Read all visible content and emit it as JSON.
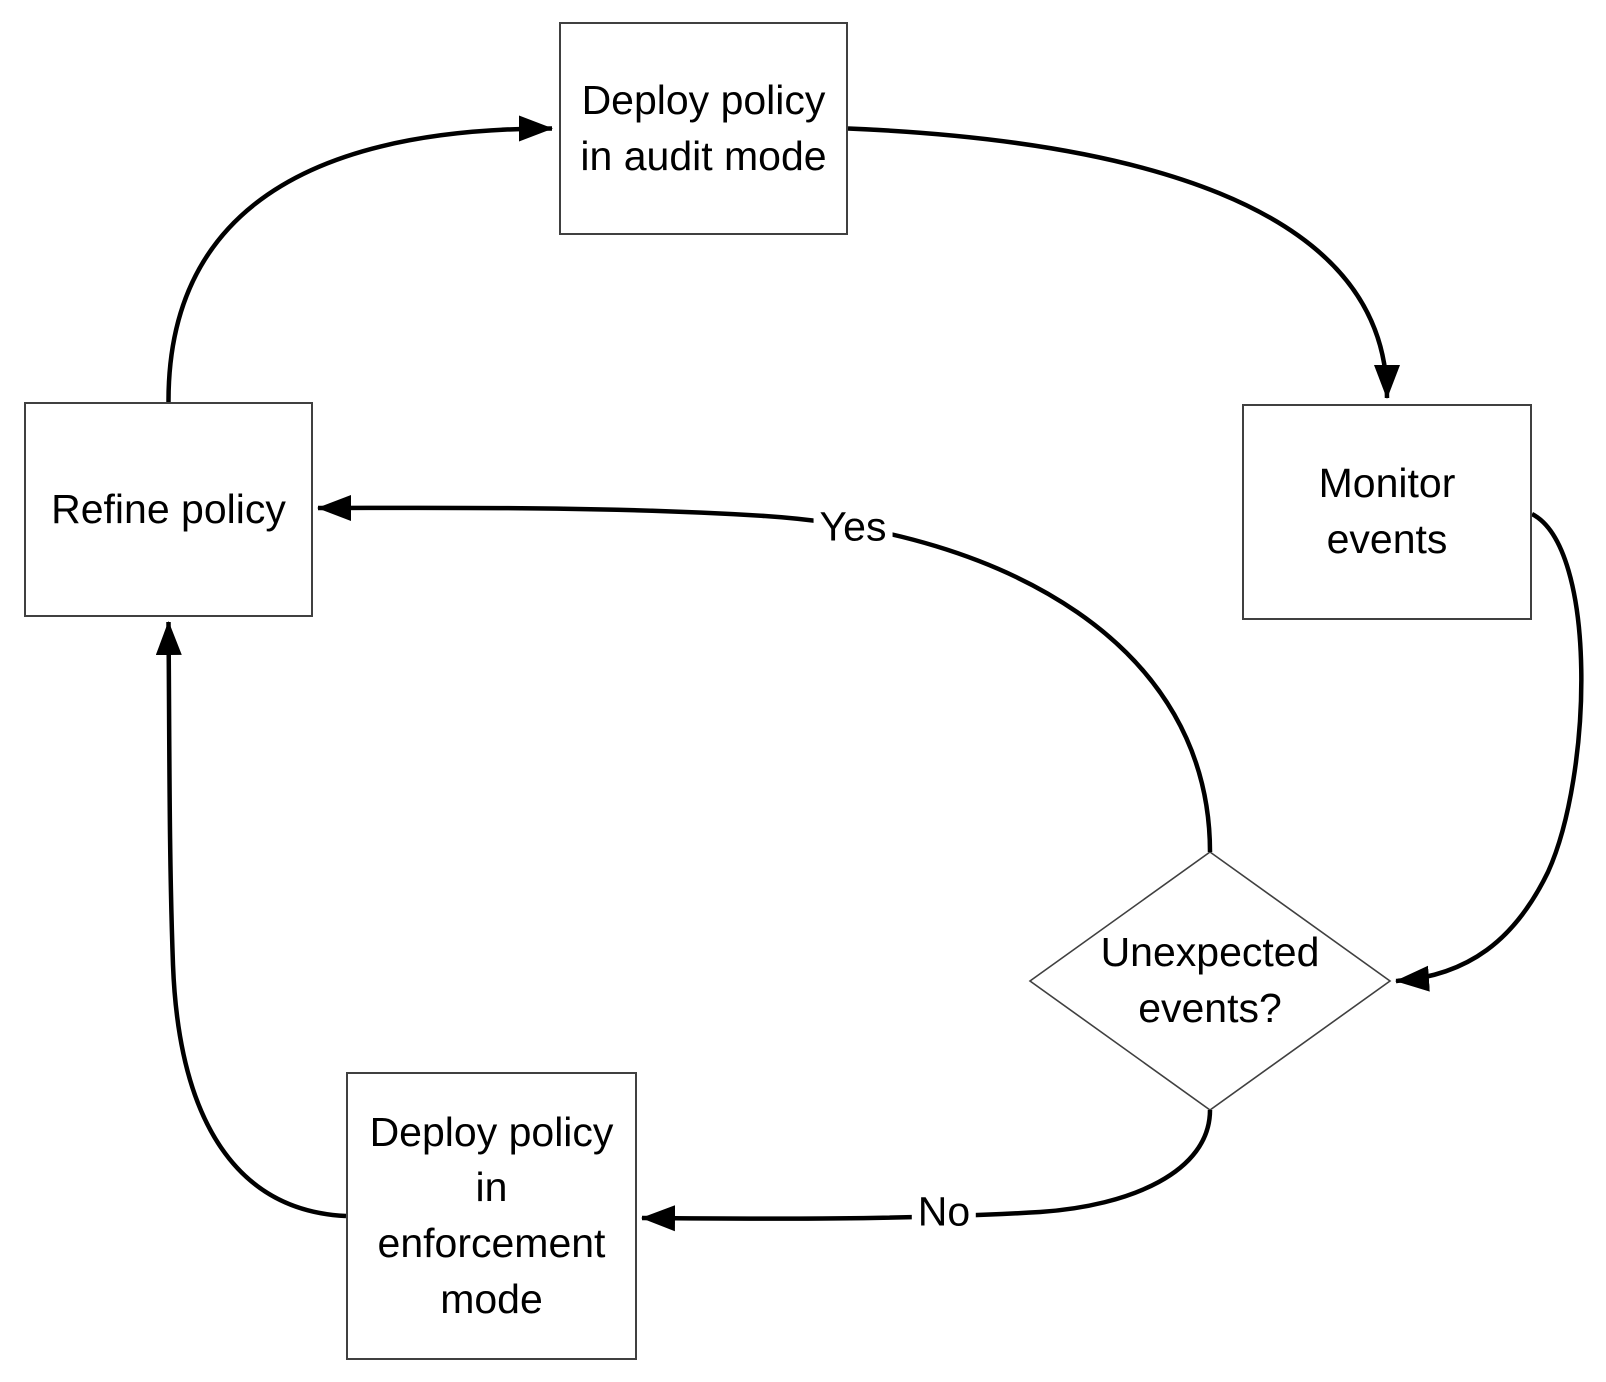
{
  "diagram": {
    "title": "",
    "nodes": {
      "audit": {
        "label": "Deploy policy\nin audit mode",
        "shape": "rectangle"
      },
      "monitor": {
        "label": "Monitor\nevents",
        "shape": "rectangle"
      },
      "decision": {
        "label": "Unexpected\nevents?",
        "shape": "diamond"
      },
      "enforce": {
        "label": "Deploy policy\nin\nenforcement\nmode",
        "shape": "rectangle"
      },
      "refine": {
        "label": "Refine policy",
        "shape": "rectangle"
      }
    },
    "edges": {
      "refine_to_audit": {
        "from": "refine",
        "to": "audit",
        "label": ""
      },
      "audit_to_monitor": {
        "from": "audit",
        "to": "monitor",
        "label": ""
      },
      "monitor_to_decision": {
        "from": "monitor",
        "to": "decision",
        "label": ""
      },
      "decision_to_refine": {
        "from": "decision",
        "to": "refine",
        "label": "Yes"
      },
      "decision_to_enforce": {
        "from": "decision",
        "to": "enforce",
        "label": "No"
      },
      "enforce_to_refine": {
        "from": "enforce",
        "to": "refine",
        "label": ""
      }
    },
    "colors": {
      "line": "#000000",
      "box_border": "#404040",
      "background": "#ffffff",
      "text": "#000000"
    }
  }
}
